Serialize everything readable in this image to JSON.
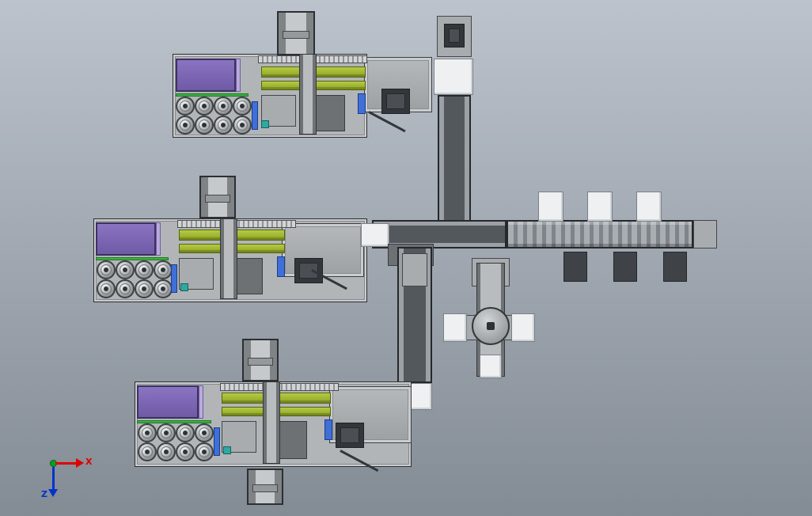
{
  "viewport": {
    "type": "cad-top-view-machine-line",
    "triad": {
      "x_label": "X",
      "z_label": "Z"
    }
  },
  "colors": {
    "bg_top": "#bcc3cc",
    "bg_bottom": "#838b94",
    "frame_light": "#b2b5b8",
    "purple": "#6f5aa6",
    "lavender": "#b9a9dd",
    "green_rail": "#8da424",
    "green_accent": "#3cb043",
    "blue_accent": "#3f6fd8",
    "teal_accent": "#2fa8a0",
    "belt_dark": "#53585c",
    "belt_edge": "#9ba1a6",
    "roller_light": "#a9aeb3",
    "roller_dark": "#7e8489",
    "white_block": "#eef0f2",
    "pallet_dark": "#3f4347",
    "axis_x": "#e00000",
    "axis_y": "#00a51e",
    "axis_z": "#0033cc"
  }
}
